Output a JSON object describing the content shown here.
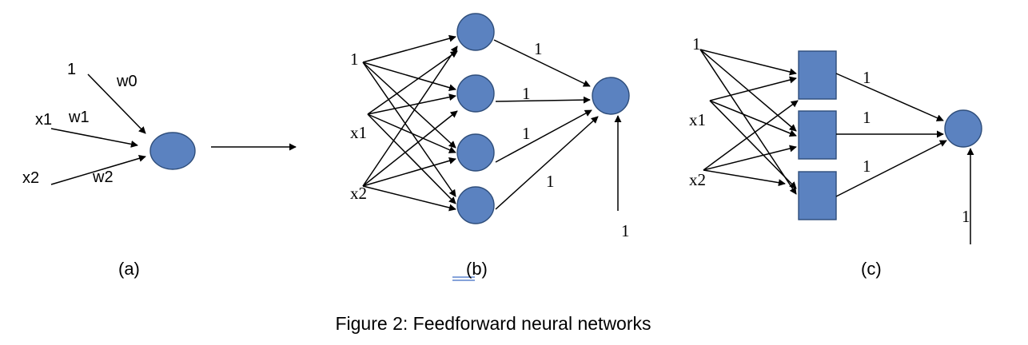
{
  "caption": "Figure 2: Feedforward neural networks",
  "panels": {
    "a": {
      "label": "(a)",
      "inputs": [
        "1",
        "x1",
        "x2"
      ],
      "weights": [
        "w0",
        "w1",
        "w2"
      ]
    },
    "b": {
      "label": "(b)",
      "inputs": [
        "1",
        "x1",
        "x2"
      ],
      "edge_weights": [
        "1",
        "1",
        "1",
        "1"
      ],
      "bias": "1"
    },
    "c": {
      "label": "(c)",
      "inputs": [
        "1",
        "x1",
        "x2"
      ],
      "edge_weights": [
        "1",
        "1",
        "1"
      ],
      "bias": "1"
    }
  },
  "colors": {
    "node_fill": "#5b82c0",
    "node_stroke": "#2e4d7a"
  }
}
